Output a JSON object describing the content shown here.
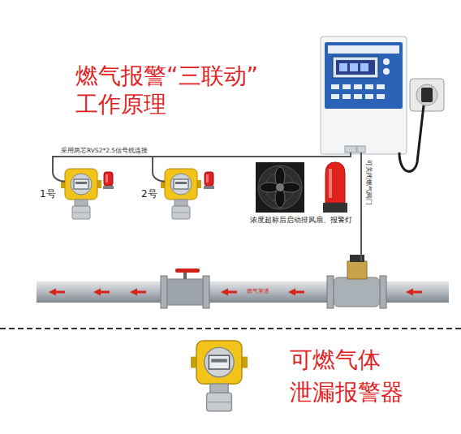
{
  "diagram": {
    "title": "燃气报警“三联动” 工作原理",
    "nodes": [
      {
        "text": [
          "1号"
        ]
      },
      {
        "text": [
          "2号"
        ]
      },
      {
        "text": [
          "浓度超标后启动排风扇、报警灯"
        ]
      }
    ],
    "labels": [
      "采用两芯RVS2*2.5信号线连接",
      "可关闭燃气阀门",
      "燃气管道",
      "可燃气体 泄漏报警器"
    ]
  }
}
